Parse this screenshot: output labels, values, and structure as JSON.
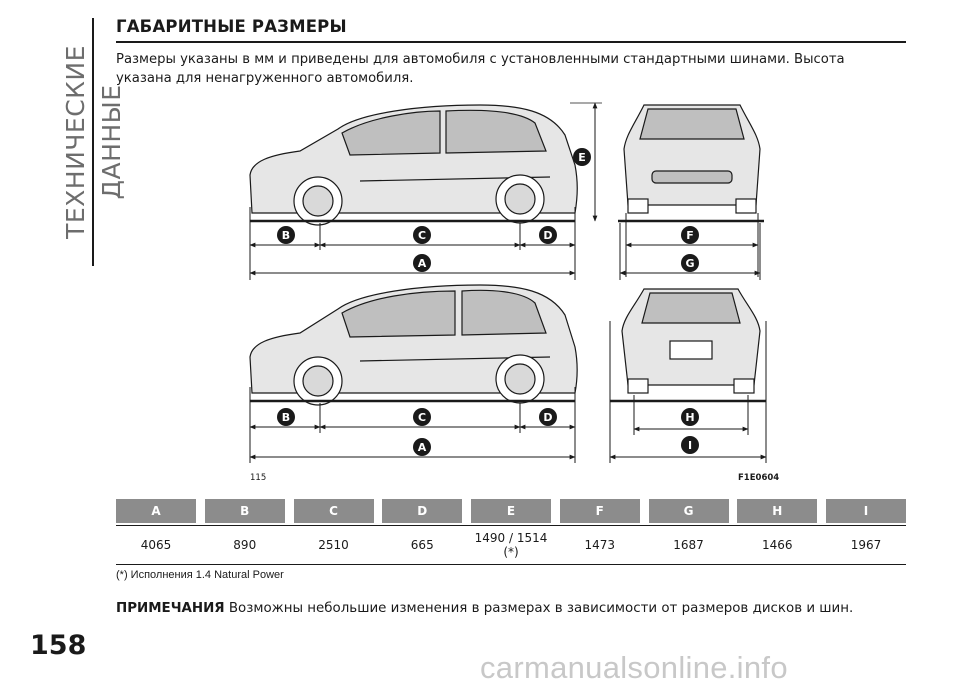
{
  "section_tab": "ТЕХНИЧЕСКИЕ ДАННЫЕ",
  "title": "ГАБАРИТНЫЕ РАЗМЕРЫ",
  "intro": "Размеры указаны в мм и приведены для автомобиля с установленными стандартными шинами. Высота указана для ненагруженного автомобиля.",
  "figure": {
    "labels": {
      "A": "A",
      "B": "B",
      "C": "C",
      "D": "D",
      "E": "E",
      "F": "F",
      "G": "G",
      "H": "H",
      "I": "I"
    },
    "figure_ref": "115",
    "figure_code": "F1E0604"
  },
  "table": {
    "headers": [
      "A",
      "B",
      "C",
      "D",
      "E",
      "F",
      "G",
      "H",
      "I"
    ],
    "values": [
      "4065",
      "890",
      "2510",
      "665",
      "1490 / 1514 (*)",
      "1473",
      "1687",
      "1466",
      "1967"
    ]
  },
  "footnote": "(*) Исполнения 1.4 Natural Power",
  "note": {
    "label": "ПРИМЕЧАНИЯ",
    "text": " Возможны небольшие изменения в размерах в зависимости от размеров дисков и шин."
  },
  "page_number": "158",
  "watermark": "carmanualsonline.info",
  "colors": {
    "badge": "#1a1a1a",
    "table_header": "#8c8c8c",
    "side_text": "#6d6d6d",
    "watermark": "#c8c8c8"
  }
}
